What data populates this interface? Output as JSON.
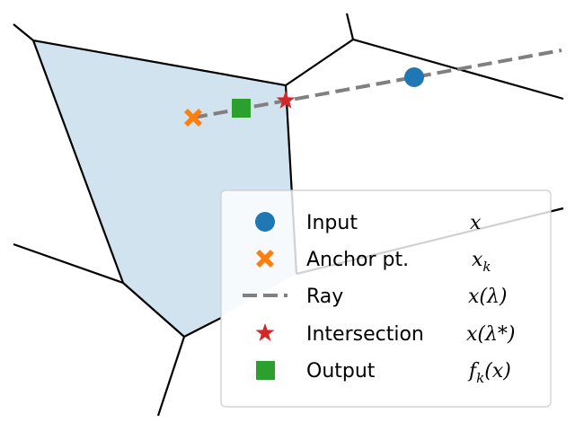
{
  "colors": {
    "cell_fill": "#d2e3f0",
    "edge": "#000000",
    "input": "#1f77b4",
    "anchor": "#ff7f0e",
    "ray": "#808080",
    "intersection": "#d62728",
    "output": "#2ca02c",
    "legend_border": "#cccccc"
  },
  "legend": {
    "items": [
      {
        "key": "input",
        "marker": "circle",
        "label": "Input",
        "math": "x",
        "math_sub": "",
        "math_tail": ""
      },
      {
        "key": "anchor",
        "marker": "x-filled",
        "label": "Anchor pt.",
        "math": "x",
        "math_sub": "k",
        "math_tail": ""
      },
      {
        "key": "ray",
        "marker": "dashed-line",
        "label": "Ray",
        "math": "x(λ)",
        "math_sub": "",
        "math_tail": ""
      },
      {
        "key": "intersection",
        "marker": "star",
        "label": "Intersection",
        "math": "x(λ*)",
        "math_sub": "",
        "math_tail": ""
      },
      {
        "key": "output",
        "marker": "square",
        "label": "Output",
        "math": "f",
        "math_sub": "k",
        "math_tail": "(x)"
      }
    ]
  }
}
